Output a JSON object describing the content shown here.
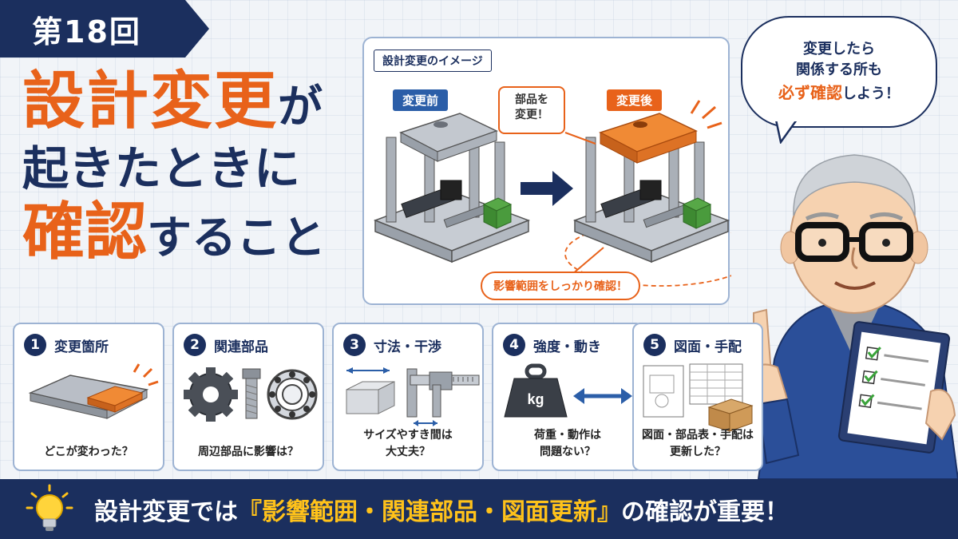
{
  "episode": "第18回",
  "title": {
    "line1_main": "設計変更",
    "line1_tail": "が",
    "line2": "起きたときに",
    "line3_main": "確認",
    "line3_tail": "すること"
  },
  "panel": {
    "label": "設計変更のイメージ",
    "before": "変更前",
    "after": "変更後",
    "callout_part_line1": "部品を",
    "callout_part_line2": "変更！",
    "callout_impact": "影響範囲をしっかり確認！"
  },
  "bubble": {
    "line1": "変更したら",
    "line2": "関係する所も",
    "line3_em": "必ず確認",
    "line3_tail": "しよう！"
  },
  "cards": [
    {
      "num": "1",
      "title": "変更箇所",
      "text1": "どこが変わった？",
      "text2": ""
    },
    {
      "num": "2",
      "title": "関連部品",
      "text1": "周辺部品に影響は？",
      "text2": ""
    },
    {
      "num": "3",
      "title": "寸法・干渉",
      "text1": "サイズやすき間は",
      "text2": "大丈夫？"
    },
    {
      "num": "4",
      "title": "強度・動き",
      "text1": "荷重・動作は",
      "text2": "問題ない？",
      "weight_label": "kg"
    },
    {
      "num": "5",
      "title": "図面・手配",
      "text1": "図面・部品表・手配は",
      "text2": "更新した？"
    }
  ],
  "footer": {
    "pre": "設計変更では",
    "highlight": "『影響範囲・関連部品・図面更新』",
    "post": "の確認が重要！"
  },
  "colors": {
    "navy": "#1b2f5e",
    "orange": "#e8621a",
    "blue": "#2b5ea8",
    "yellow": "#ffc21a"
  }
}
